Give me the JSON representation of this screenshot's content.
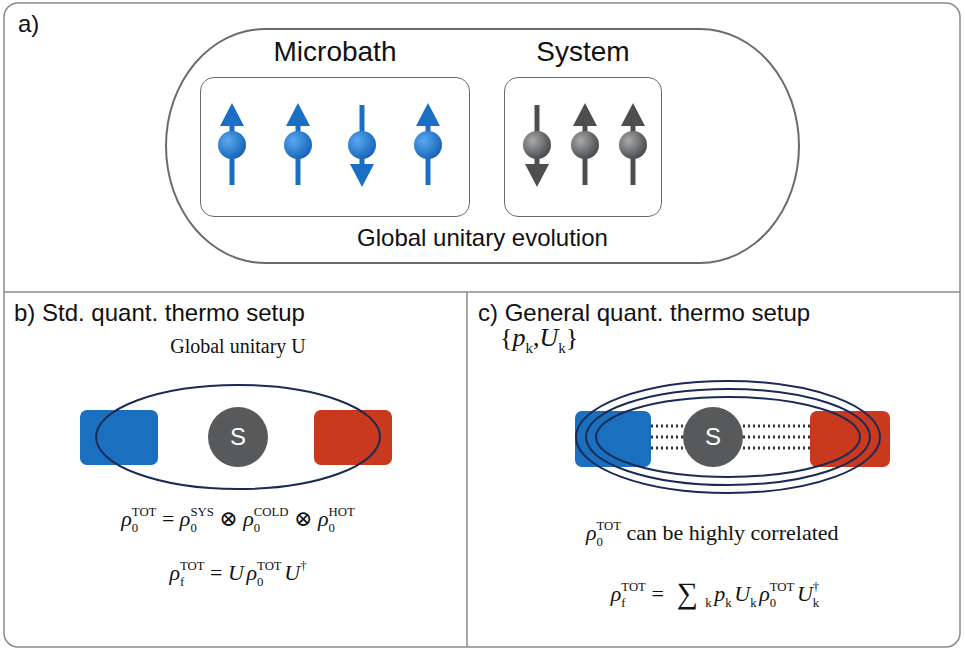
{
  "diagram": {
    "nodes": [
      {
        "text": [
          "Global unitary evolution"
        ]
      },
      {
        "text": [
          "Microbath"
        ],
        "in": 0
      },
      {
        "text": [
          "System"
        ],
        "in": 0
      },
      {
        "text": [
          "S"
        ]
      },
      {
        "text": [
          "S"
        ]
      }
    ],
    "labels": [
      "a)",
      "b) Std. quant. thermo setup",
      "c) General quant. thermo setup",
      "Global unitary U",
      "ρ",
      "0",
      "TOT",
      "=",
      "ρ",
      "0",
      "SYS",
      "⊗",
      "ρ",
      "0",
      "COLD",
      "⊗",
      "ρ",
      "0",
      "HOT",
      "ρ",
      "f",
      "TOT",
      "=",
      "U",
      "ρ",
      "0",
      "TOT",
      "U",
      "†",
      "{",
      "p",
      "k",
      ",",
      "U",
      "k",
      "}",
      "ρ",
      "0",
      "TOT",
      "can be highly correlated",
      "ρ",
      "f",
      "TOT",
      "=",
      "∑",
      "k",
      "p",
      "k",
      "U",
      "k",
      "ρ",
      "0",
      "TOT",
      "U",
      "k",
      "†"
    ]
  }
}
